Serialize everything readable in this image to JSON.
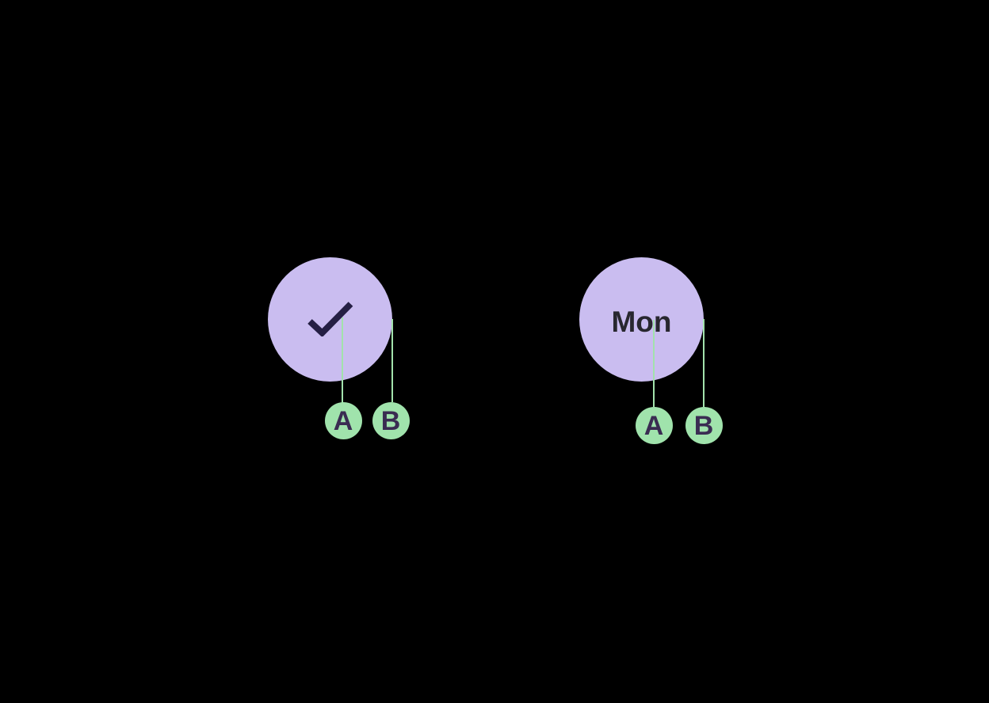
{
  "canvas": {
    "background": "#000000"
  },
  "palette": {
    "avatar_fill": "#cabdf0",
    "check_color": "#251f44",
    "avatar_text_color": "#28272f",
    "leader_line_color": "#a2e2ac",
    "marker_fill": "#a0e3ac",
    "marker_text_color": "#3a2c52"
  },
  "groups": [
    {
      "name": "check-avatar",
      "content": {
        "type": "icon",
        "icon": "check-icon"
      },
      "annotations": [
        {
          "label": "A"
        },
        {
          "label": "B"
        }
      ]
    },
    {
      "name": "text-avatar",
      "content": {
        "type": "text",
        "text": "Mon"
      },
      "annotations": [
        {
          "label": "A"
        },
        {
          "label": "B"
        }
      ]
    }
  ]
}
